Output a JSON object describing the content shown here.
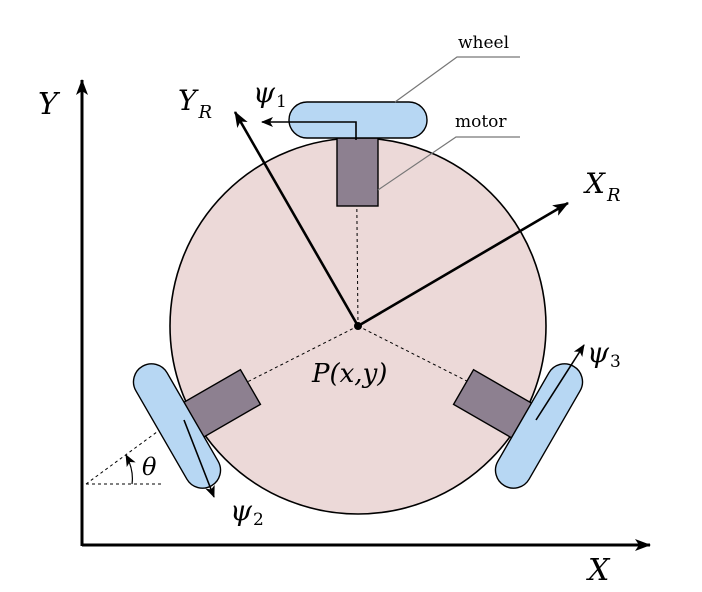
{
  "labels": {
    "world_y": "Y",
    "world_x": "X",
    "robot_y_base": "Y",
    "robot_y_sub": "R",
    "robot_x_base": "X",
    "robot_x_sub": "R",
    "psi1_base": "ψ",
    "psi1_sub": "1",
    "psi2_base": "ψ",
    "psi2_sub": "2",
    "psi3_base": "ψ",
    "psi3_sub": "3",
    "theta": "θ",
    "center": "P(x,y)",
    "wheel_callout": "wheel",
    "motor_callout": "motor"
  },
  "colors": {
    "body_fill": "#ecd9d8",
    "wheel_fill": "#b7d7f3",
    "motor_fill": "#8d8090",
    "stroke": "#000000",
    "leader": "#777777"
  }
}
